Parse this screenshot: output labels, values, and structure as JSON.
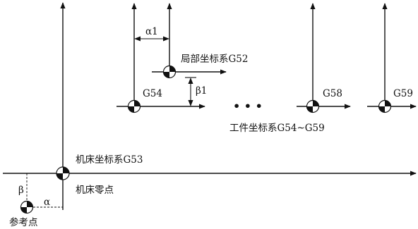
{
  "labels": {
    "alpha1": "α1",
    "beta1": "β1",
    "local_coord": "局部坐标系G52",
    "g54": "G54",
    "g58": "G58",
    "g59": "G59",
    "ellipsis": "• • •",
    "workpiece_coords": "工件坐标系G54~G59",
    "machine_coords": "机床坐标系G53",
    "machine_zero": "机床零点",
    "beta": "β",
    "alpha": "α",
    "reference_point": "参考点"
  },
  "colors": {
    "ink": "#111111",
    "marker_light": "#ffffff",
    "background": "#ffffff"
  },
  "icons": {
    "origin_marker": "coordinate-origin-quadrant-icon"
  }
}
